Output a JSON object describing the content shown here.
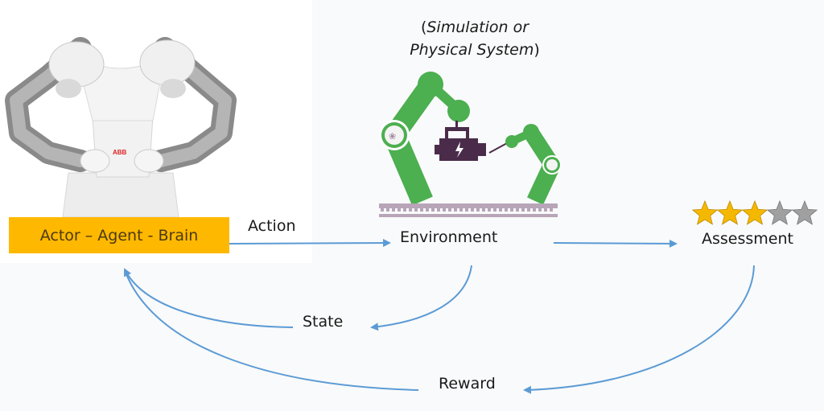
{
  "diagram": {
    "agent_label": "Actor – Agent - Brain",
    "environment_label": "Environment",
    "environment_subtitle": {
      "open_paren": "(",
      "line1_italic": "Simulation or",
      "line2_italic": "Physical System",
      "close_paren": ")"
    },
    "assessment_label": "Assessment",
    "edges": {
      "action": "Action",
      "state": "State",
      "reward": "Reward"
    },
    "rating": {
      "filled": 3,
      "total": 5
    },
    "colors": {
      "arrow": "#5b9bd5",
      "agent_box": "#ffb800",
      "robot_green": "#4caf50",
      "engine_purple": "#4a2c4a",
      "rail": "#b8a5b8",
      "star_filled": "#f5b800",
      "star_empty": "#a0a0a0"
    }
  }
}
